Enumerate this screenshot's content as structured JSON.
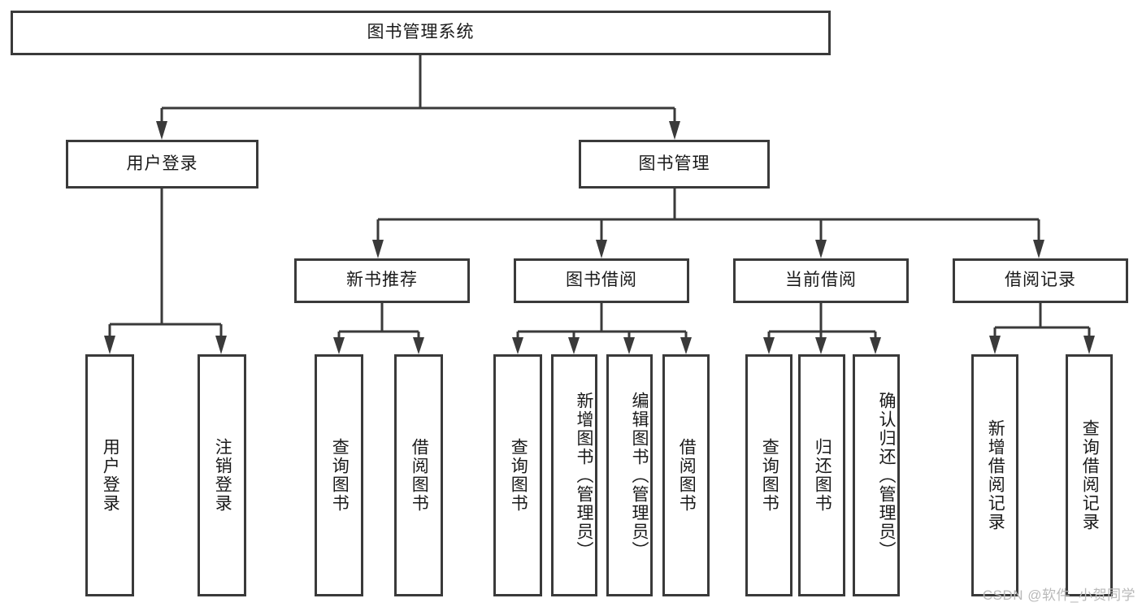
{
  "diagram": {
    "title": "图书管理系统",
    "type": "tree",
    "watermark": "CSDN @软件_小贺同学",
    "accent_color": "#3a3a3a",
    "background_color": "#ffffff",
    "root": {
      "label": "图书管理系统"
    },
    "level2": [
      {
        "label": "用户登录"
      },
      {
        "label": "图书管理"
      }
    ],
    "level3": [
      {
        "label": "新书推荐"
      },
      {
        "label": "图书借阅"
      },
      {
        "label": "当前借阅"
      },
      {
        "label": "借阅记录"
      }
    ],
    "leaves": {
      "user_login": [
        {
          "label": "用户登录"
        },
        {
          "label": "注销登录"
        }
      ],
      "new_book_recommend": [
        {
          "label": "查询图书"
        },
        {
          "label": "借阅图书"
        }
      ],
      "book_borrow": [
        {
          "label": "查询图书"
        },
        {
          "label": "新增图书（管理员）"
        },
        {
          "label": "编辑图书（管理员）"
        },
        {
          "label": "借阅图书"
        }
      ],
      "current_borrow": [
        {
          "label": "查询图书"
        },
        {
          "label": "归还图书"
        },
        {
          "label": "确认归还（管理员）"
        }
      ],
      "borrow_record": [
        {
          "label": "新增借阅记录"
        },
        {
          "label": "查询借阅记录"
        }
      ]
    }
  }
}
